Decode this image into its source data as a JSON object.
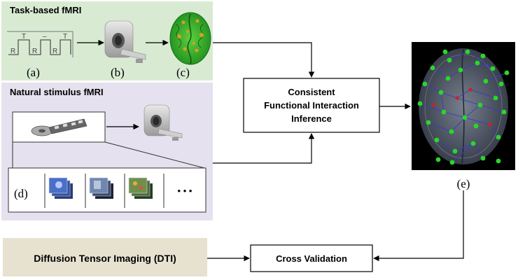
{
  "panels": {
    "task": {
      "title": "Task-based fMRI",
      "bg": "#d9ead3"
    },
    "natural": {
      "title": "Natural stimulus fMRI",
      "bg": "#e6e1ef"
    },
    "dti": {
      "title": "Diffusion Tensor Imaging (DTI)",
      "bg": "#e7e1d0"
    }
  },
  "block_design": {
    "task_symbol": "T",
    "rest_symbol": "R",
    "separator": "–"
  },
  "sublabels": {
    "a": "(a)",
    "b": "(b)",
    "c": "(c)",
    "d": "(d)",
    "e": "(e)"
  },
  "boxes": {
    "inference": {
      "lines": [
        "Consistent",
        "Functional Interaction",
        "Inference"
      ]
    },
    "validation": {
      "label": "Cross Validation"
    }
  },
  "ellipsis": "• • •",
  "colors": {
    "brain_node": "#28d828",
    "brain_node_red": "#d02020",
    "fiber": "#3a3acc",
    "brain_green": "#2fae2f",
    "arrow": "#000000"
  }
}
